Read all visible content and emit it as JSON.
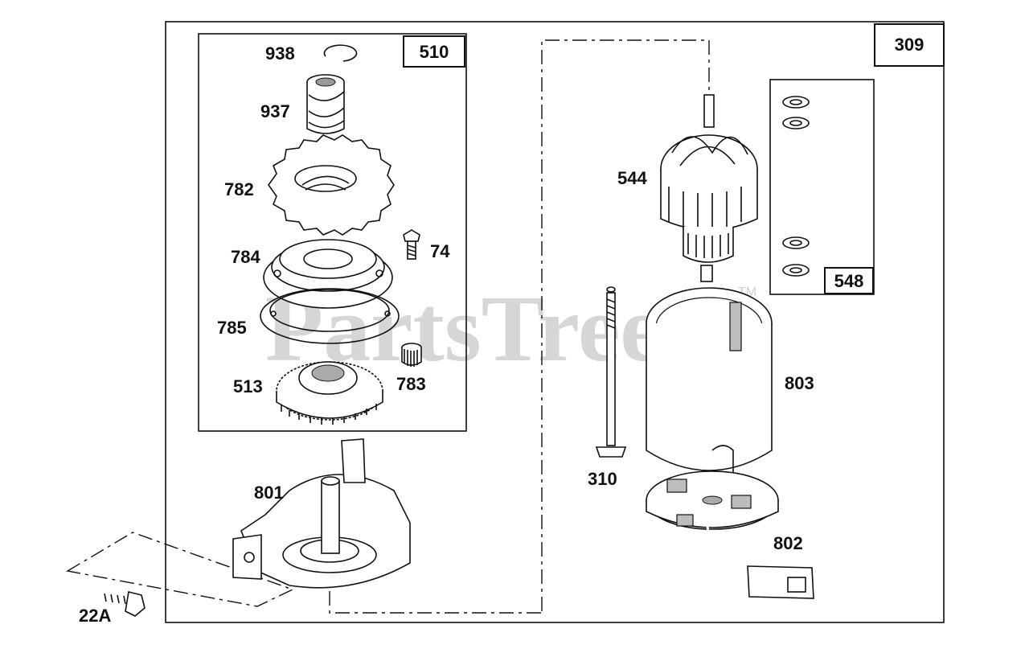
{
  "watermark": {
    "text": "PartsTree",
    "trademark": "TM"
  },
  "boxes": [
    {
      "id": "309",
      "label": "309"
    },
    {
      "id": "510",
      "label": "510"
    },
    {
      "id": "548",
      "label": "548"
    }
  ],
  "callouts": [
    {
      "id": "938",
      "label": "938"
    },
    {
      "id": "937",
      "label": "937"
    },
    {
      "id": "782",
      "label": "782"
    },
    {
      "id": "74",
      "label": "74"
    },
    {
      "id": "784",
      "label": "784"
    },
    {
      "id": "785",
      "label": "785"
    },
    {
      "id": "513",
      "label": "513"
    },
    {
      "id": "783",
      "label": "783"
    },
    {
      "id": "801",
      "label": "801"
    },
    {
      "id": "22A",
      "label": "22A"
    },
    {
      "id": "544",
      "label": "544"
    },
    {
      "id": "803",
      "label": "803"
    },
    {
      "id": "310",
      "label": "310"
    },
    {
      "id": "802",
      "label": "802"
    }
  ]
}
